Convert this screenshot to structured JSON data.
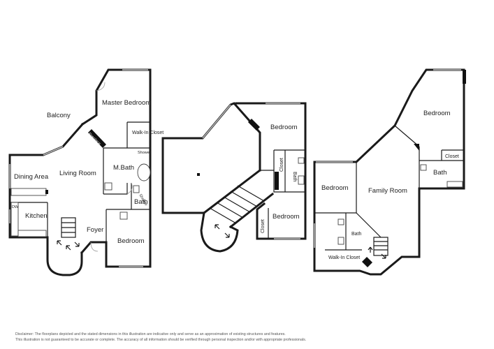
{
  "floors": [
    {
      "rooms": [
        "Balcony",
        "Master Bedroom",
        "Walk-In Closet",
        "Fireplace",
        "Shower",
        "M.Bath",
        "Living Room",
        "Dining Area",
        "Kitchen",
        "Bath",
        "Foyer",
        "Bedroom"
      ],
      "fixtures": [
        "DW",
        "Shower"
      ]
    },
    {
      "rooms": [
        "Bedroom",
        "Closet",
        "Bath",
        "Bedroom",
        "Closet"
      ]
    },
    {
      "rooms": [
        "Bedroom",
        "Closet",
        "Bath",
        "Bedroom",
        "Family Room",
        "Bath",
        "Walk-In Closet"
      ]
    }
  ],
  "disclaimer": {
    "line1": "Disclaimer: The floorplans depicted and the stated dimensions in this illustration are indicative only and serve as an approximation of existing structures and features.",
    "line2": "This illustration is not guaranteed to be accurate or complete. The accuracy of all information should be verified through personal inspection and/or with appropriate professionals."
  },
  "colors": {
    "wall": "#1a1a1a",
    "window": "#bbbbbb",
    "background": "#ffffff",
    "text": "#222222"
  }
}
